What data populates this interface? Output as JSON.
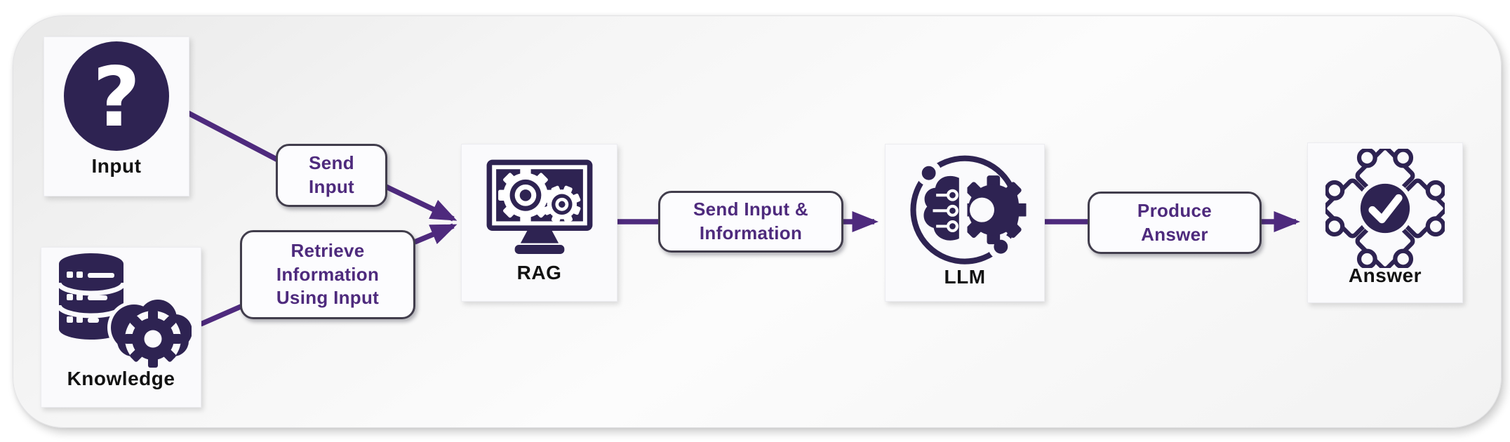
{
  "diagram_type": "flowchart",
  "colors": {
    "icon_dark": "#2e2352",
    "accent_purple": "#4e2a7d",
    "node_label": "#121212",
    "pill_border": "#413d4c",
    "node_background": "#fafafc",
    "canvas_background": "#f4f4f4"
  },
  "nodes": [
    {
      "id": "input",
      "label": "Input",
      "icon": "question-mark-circle-icon"
    },
    {
      "id": "knowledge",
      "label": "Knowledge",
      "icon": "database-cloud-gear-icon"
    },
    {
      "id": "rag",
      "label": "RAG",
      "icon": "monitor-gears-icon"
    },
    {
      "id": "llm",
      "label": "LLM",
      "icon": "brain-gear-orbit-icon"
    },
    {
      "id": "answer",
      "label": "Answer",
      "icon": "puzzle-check-icon"
    }
  ],
  "edges": [
    {
      "from": "input",
      "to": "rag",
      "label": "Send Input",
      "lines": [
        "Send",
        "Input"
      ]
    },
    {
      "from": "knowledge",
      "to": "rag",
      "label": "Retrieve Information Using Input",
      "lines": [
        "Retrieve",
        "Information",
        "Using Input"
      ]
    },
    {
      "from": "rag",
      "to": "llm",
      "label": "Send Input & Information",
      "lines": [
        "Send Input &",
        "Information"
      ]
    },
    {
      "from": "llm",
      "to": "answer",
      "label": "Produce Answer",
      "lines": [
        "Produce",
        "Answer"
      ]
    }
  ]
}
